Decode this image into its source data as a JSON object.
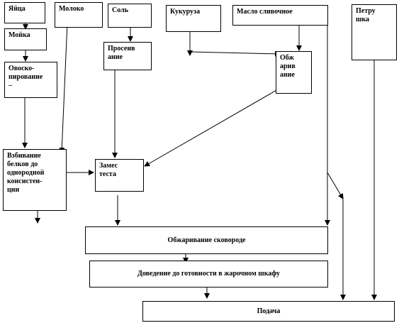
{
  "nodes": {
    "eggs": "Яйца",
    "milk": "Молоко",
    "salt": "Соль",
    "corn": "Кукуруза",
    "butter": "Масло сливочное",
    "parsley": "Петру\nшка",
    "washing": "Мойка",
    "ovoscoping": "Овоско-\nпирование\n–",
    "sifting": "Просеив\nание",
    "frying": "Обж\nарив\nание",
    "whipping": "Взбивание\nбелков до\nоднородной\nконсистен-\nции",
    "kneading": "Замес\nтеста",
    "pan_greasing": "Обжаривание сковороде",
    "baking": "Доведение до готовности в жарочном шкафу",
    "serving": "Подача"
  }
}
